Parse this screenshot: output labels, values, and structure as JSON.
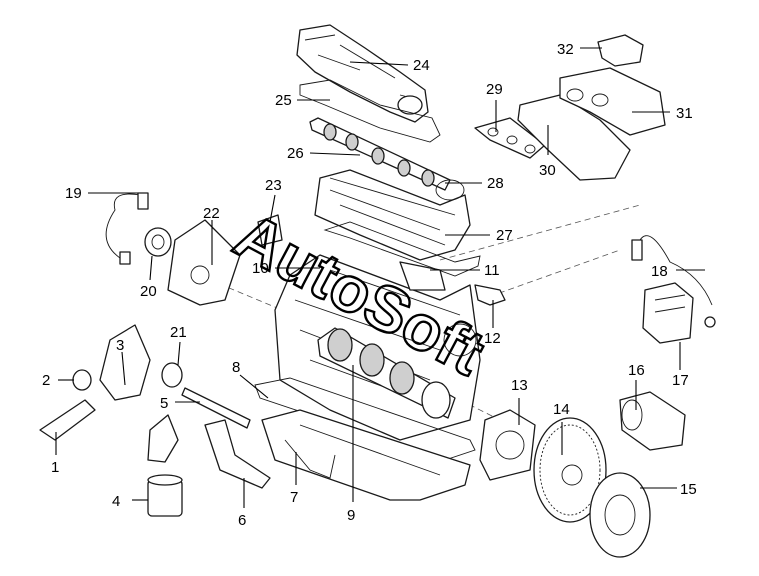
{
  "diagram": {
    "watermark": "AutoSoft",
    "callouts": [
      {
        "id": "c1",
        "label": "1"
      },
      {
        "id": "c2",
        "label": "2"
      },
      {
        "id": "c3",
        "label": "3"
      },
      {
        "id": "c4",
        "label": "4"
      },
      {
        "id": "c5",
        "label": "5"
      },
      {
        "id": "c6",
        "label": "6"
      },
      {
        "id": "c7",
        "label": "7"
      },
      {
        "id": "c8",
        "label": "8"
      },
      {
        "id": "c9",
        "label": "9"
      },
      {
        "id": "c10",
        "label": "10"
      },
      {
        "id": "c11",
        "label": "11"
      },
      {
        "id": "c12",
        "label": "12"
      },
      {
        "id": "c13",
        "label": "13"
      },
      {
        "id": "c14",
        "label": "14"
      },
      {
        "id": "c15",
        "label": "15"
      },
      {
        "id": "c16",
        "label": "16"
      },
      {
        "id": "c17",
        "label": "17"
      },
      {
        "id": "c18",
        "label": "18"
      },
      {
        "id": "c19",
        "label": "19"
      },
      {
        "id": "c20",
        "label": "20"
      },
      {
        "id": "c21",
        "label": "21"
      },
      {
        "id": "c22",
        "label": "22"
      },
      {
        "id": "c23",
        "label": "23"
      },
      {
        "id": "c24",
        "label": "24"
      },
      {
        "id": "c25",
        "label": "25"
      },
      {
        "id": "c26",
        "label": "26"
      },
      {
        "id": "c27",
        "label": "27"
      },
      {
        "id": "c28",
        "label": "28"
      },
      {
        "id": "c29",
        "label": "29"
      },
      {
        "id": "c30",
        "label": "30"
      },
      {
        "id": "c31",
        "label": "31"
      },
      {
        "id": "c32",
        "label": "32"
      }
    ]
  }
}
